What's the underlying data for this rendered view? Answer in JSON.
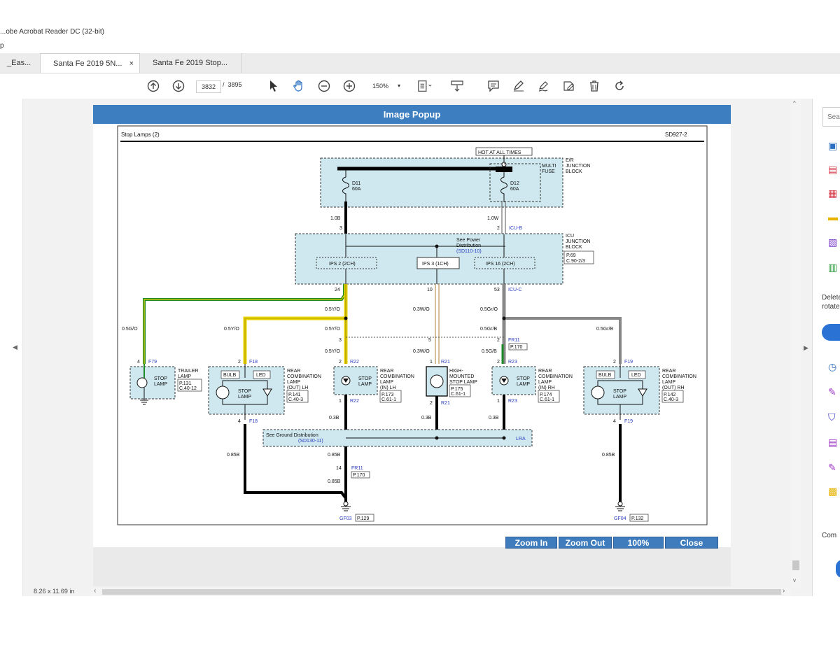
{
  "window": {
    "title": "...obe Acrobat Reader DC (32-bit)",
    "menu": "p"
  },
  "tabs": [
    {
      "label": "_Eas..."
    },
    {
      "label": "Santa Fe 2019 5N...",
      "close": "×"
    },
    {
      "label": "Santa Fe 2019 Stop..."
    }
  ],
  "toolbar": {
    "page_current": "3832",
    "page_separator": "/",
    "page_total": "3895",
    "zoom": "150%"
  },
  "status": {
    "page_size": "8.26 x 11.69 in"
  },
  "popup": {
    "title": "Image Popup",
    "buttons": {
      "zoom_in": "Zoom In",
      "zoom_out": "Zoom Out",
      "hundred": "100%",
      "close": "Close"
    }
  },
  "diagram": {
    "title": "Stop Lamps (2)",
    "code": "SD927-2",
    "hot": "HOT AT ALL TIMES",
    "er_block": [
      "E/R",
      "JUNCTION",
      "BLOCK"
    ],
    "multi_fuse": [
      "MULTI",
      "FUSE"
    ],
    "fuse_d11": [
      "D11",
      "60A"
    ],
    "fuse_d12": [
      "D12",
      "60A"
    ],
    "wire_10b": "1.0B",
    "wire_10w": "1.0W",
    "pin3": "3",
    "pin2": "2",
    "icu_b": "ICU-B",
    "icu_c": "ICU-C",
    "icu_block": [
      "ICU",
      "JUNCTION",
      "BLOCK"
    ],
    "icu_ref": [
      "P.69",
      "C.90-2/3"
    ],
    "see_power": [
      "See Power",
      "Distribution",
      "(SD110-10)"
    ],
    "ips2": "IPS 2 (2CH)",
    "ips3": "IPS 3 (1CH)",
    "ips16": "IPS 16 (2CH)",
    "pin24": "24",
    "pin10": "10",
    "pin53": "53",
    "w_05yo": "0.5Y/O",
    "w_03wo": "0.3W/O",
    "w_05gro": "0.5Gr/O",
    "w_05go": "0.5G/O",
    "w_05grb": "0.5Gr/B",
    "w_05grb2": "0.5Gr/B",
    "fr11": "FR11",
    "p170": "P.170",
    "pin5": "5",
    "w_05gb": "0.5G/B",
    "p4": "4",
    "p1": "1",
    "f79": "F79",
    "f18": "F18",
    "r22": "R22",
    "r21": "R21",
    "r23": "R23",
    "f19": "F19",
    "trailer": [
      "TRAILER",
      "LAMP"
    ],
    "trailer_ref": [
      "P.131",
      "C.40-12"
    ],
    "stop_lamp": [
      "STOP",
      "LAMP"
    ],
    "bulb": "BULB",
    "led": "LED",
    "rear_out_lh": [
      "REAR",
      "COMBINATION",
      "LAMP",
      "(OUT) LH"
    ],
    "ref_out_lh": [
      "P.141",
      "C.40-3"
    ],
    "rear_in_lh": [
      "REAR",
      "COMBINATION",
      "LAMP",
      "(IN) LH"
    ],
    "ref_in_lh": [
      "P.173",
      "C.61-1"
    ],
    "hmsl": [
      "HIGH-",
      "MOUNTED",
      "STOP LAMP"
    ],
    "ref_hmsl": [
      "P.175",
      "C.61-1"
    ],
    "rear_in_rh": [
      "REAR",
      "COMBINATION",
      "LAMP",
      "(IN) RH"
    ],
    "ref_in_rh": [
      "P.174",
      "C.61-1"
    ],
    "rear_out_rh": [
      "REAR",
      "COMBINATION",
      "LAMP",
      "(OUT) RH"
    ],
    "ref_out_rh": [
      "P.142",
      "C.40-3"
    ],
    "w_03b": "0.3B",
    "w_085b": "0.85B",
    "see_ground": [
      "See Ground Distribution",
      "(SD130-11)"
    ],
    "lra": "LRA",
    "pin14": "14",
    "gf03": "GF03",
    "p129": "P.129",
    "gf04": "GF04",
    "p132": "P.132"
  },
  "right_panel": {
    "search": "Sea",
    "delete": "Delete",
    "rotate": "rotate",
    "comment": "Com"
  },
  "colors": {
    "popup_blue": "#3c7ec0",
    "schematic_fill": "#cfe8ef",
    "wire_yellow": "#e8d200",
    "wire_green": "#1e8a2a",
    "wire_gray": "#888888",
    "wire_tan": "#c8a878"
  }
}
